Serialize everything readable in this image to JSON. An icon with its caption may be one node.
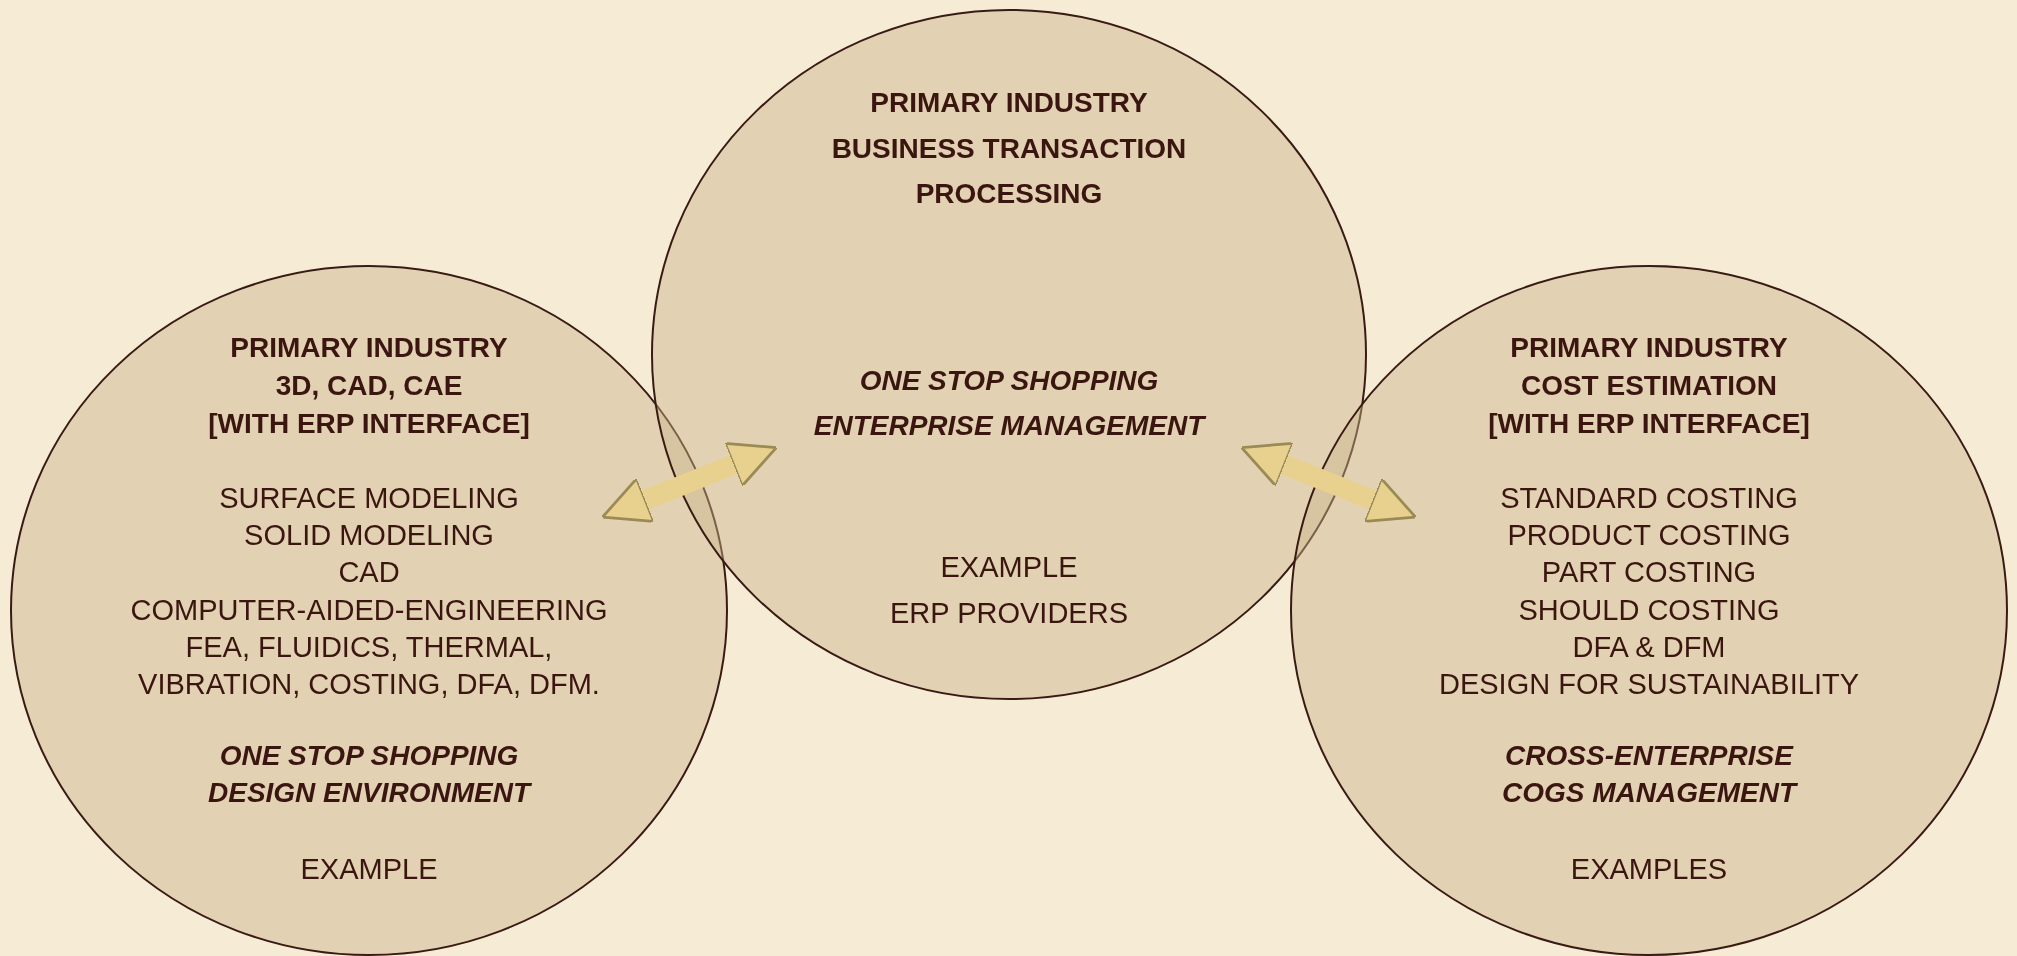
{
  "diagram": {
    "nodes": [
      {
        "text": [
          "PRIMARY INDUSTRY",
          "3D, CAD, CAE",
          "[WITH ERP INTERFACE]",
          "SURFACE MODELING",
          "SOLID MODELING",
          "CAD",
          "COMPUTER-AIDED-ENGINEERING",
          "FEA, FLUIDICS, THERMAL,",
          "VIBRATION, COSTING, DFA, DFM.",
          "ONE STOP SHOPPING",
          "DESIGN ENVIRONMENT",
          "EXAMPLE"
        ]
      },
      {
        "text": [
          "PRIMARY INDUSTRY",
          "BUSINESS TRANSACTION",
          "PROCESSING",
          "ONE STOP SHOPPING",
          "ENTERPRISE MANAGEMENT",
          "EXAMPLE",
          "ERP PROVIDERS"
        ]
      },
      {
        "text": [
          "PRIMARY INDUSTRY",
          "COST ESTIMATION",
          "[WITH ERP INTERFACE]",
          "STANDARD COSTING",
          "PRODUCT COSTING",
          "PART COSTING",
          "SHOULD COSTING",
          "DFA & DFM",
          "DESIGN FOR SUSTAINABILITY",
          "CROSS-ENTERPRISE",
          "COGS MANAGEMENT",
          "EXAMPLES"
        ]
      }
    ],
    "edges": [
      {
        "from": 0,
        "to": 1,
        "arrow": "both"
      },
      {
        "from": 1,
        "to": 2,
        "arrow": "both"
      }
    ]
  }
}
